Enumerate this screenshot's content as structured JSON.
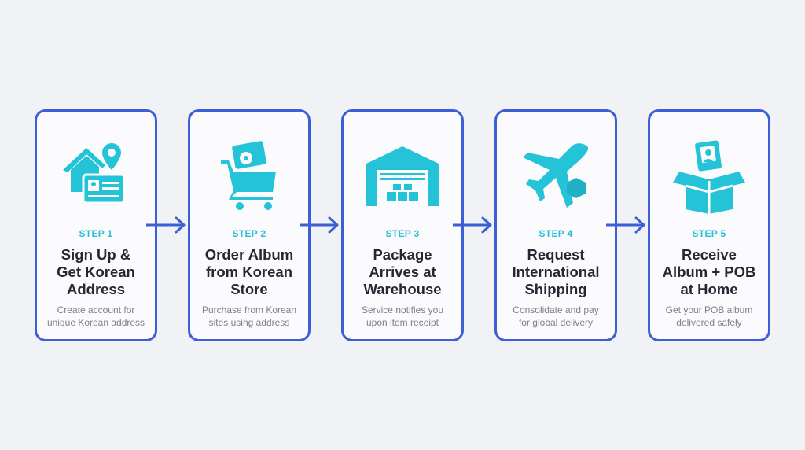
{
  "steps": [
    {
      "step": "STEP 1",
      "title": [
        "Sign Up &",
        "Get Korean",
        "Address"
      ],
      "desc": [
        "Create account for",
        "unique Korean address"
      ],
      "icon": "house-location-id-card-icon"
    },
    {
      "step": "STEP 2",
      "title": [
        "Order Album",
        "from Korean",
        "Store"
      ],
      "desc": [
        "Purchase from Korean",
        "sites using address"
      ],
      "icon": "shopping-cart-album-icon"
    },
    {
      "step": "STEP 3",
      "title": [
        "Package",
        "Arrives at",
        "Warehouse"
      ],
      "desc": [
        "Service notifies you",
        "upon item receipt"
      ],
      "icon": "warehouse-icon"
    },
    {
      "step": "STEP 4",
      "title": [
        "Request",
        "International",
        "Shipping"
      ],
      "desc": [
        "Consolidate and pay",
        "for global delivery"
      ],
      "icon": "airplane-package-icon"
    },
    {
      "step": "STEP 5",
      "title": [
        "Receive",
        "Album + POB",
        "at Home"
      ],
      "desc": [
        "Get your POB album",
        "delivered safely"
      ],
      "icon": "open-box-photocard-icon"
    }
  ],
  "colors": {
    "accent": "#25bfd6",
    "border": "#3d5fd6",
    "text": "#252833"
  }
}
